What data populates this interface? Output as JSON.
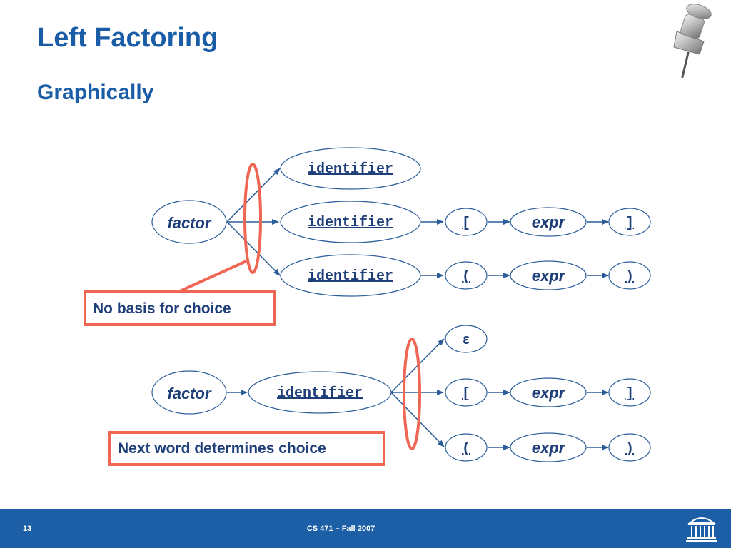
{
  "slide": {
    "title": "Left Factoring",
    "subtitle": "Graphically",
    "number": "13",
    "course": "CS 471 – Fall 2007"
  },
  "colors": {
    "title": "#1a5da6",
    "node_stroke": "#2a5d9a",
    "node_text": "#1f3f7a",
    "highlight": "#ef6655",
    "footer": "#1c5fa6"
  },
  "diagram1": {
    "start": "factor",
    "branches": [
      {
        "first": "identifier",
        "rest": []
      },
      {
        "first": "identifier",
        "rest": [
          "[",
          "expr",
          "]"
        ]
      },
      {
        "first": "identifier",
        "rest": [
          "(",
          "expr",
          ")"
        ]
      }
    ],
    "callout": "No basis for choice"
  },
  "diagram2": {
    "start": "factor",
    "shared": "identifier",
    "branches": [
      {
        "first": "ε",
        "rest": []
      },
      {
        "first": "[",
        "rest": [
          "expr",
          "]"
        ]
      },
      {
        "first": "(",
        "rest": [
          "expr",
          ")"
        ]
      }
    ],
    "callout": "Next word determines choice"
  },
  "icons": [
    "pushpin-icon",
    "rotunda-logo-icon"
  ]
}
